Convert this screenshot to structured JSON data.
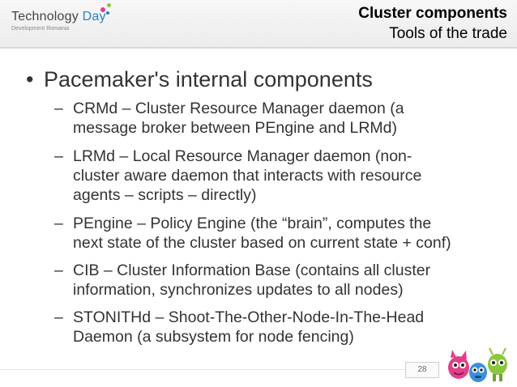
{
  "header": {
    "logo_line1_a": "Technology ",
    "logo_line1_b": "Day",
    "logo_line2": "Development Romania",
    "title": "Cluster components",
    "subtitle": "Tools of the trade"
  },
  "content": {
    "bullet_marker": "•",
    "bullet": "Pacemaker's internal components",
    "dash": "–",
    "subitems": [
      {
        "lines": [
          "CRMd – Cluster Resource Manager daemon (a",
          "message broker between PEngine and LRMd)"
        ]
      },
      {
        "lines": [
          "LRMd – Local Resource Manager daemon (non-",
          "cluster aware daemon that interacts with resource",
          "agents – scripts – directly)"
        ]
      },
      {
        "lines": [
          "PEngine – Policy Engine (the “brain”, computes the",
          "next state of the cluster based on current state + conf)"
        ]
      },
      {
        "lines": [
          "CIB – Cluster Information Base (contains all cluster",
          "information, synchronizes updates to all nodes)"
        ]
      },
      {
        "lines": [
          "STONITHd – Shoot-The-Other-Node-In-The-Head",
          "Daemon (a subsystem for node fencing)"
        ]
      }
    ]
  },
  "footer": {
    "page_number": "28"
  },
  "colors": {
    "logo_blue": "#2a7fc4",
    "dot_pink": "#e0408a",
    "dot_green": "#8cc63f",
    "dot_blue": "#2a7fc4"
  },
  "icons": [
    "logo-dots",
    "mascots-illustration"
  ]
}
